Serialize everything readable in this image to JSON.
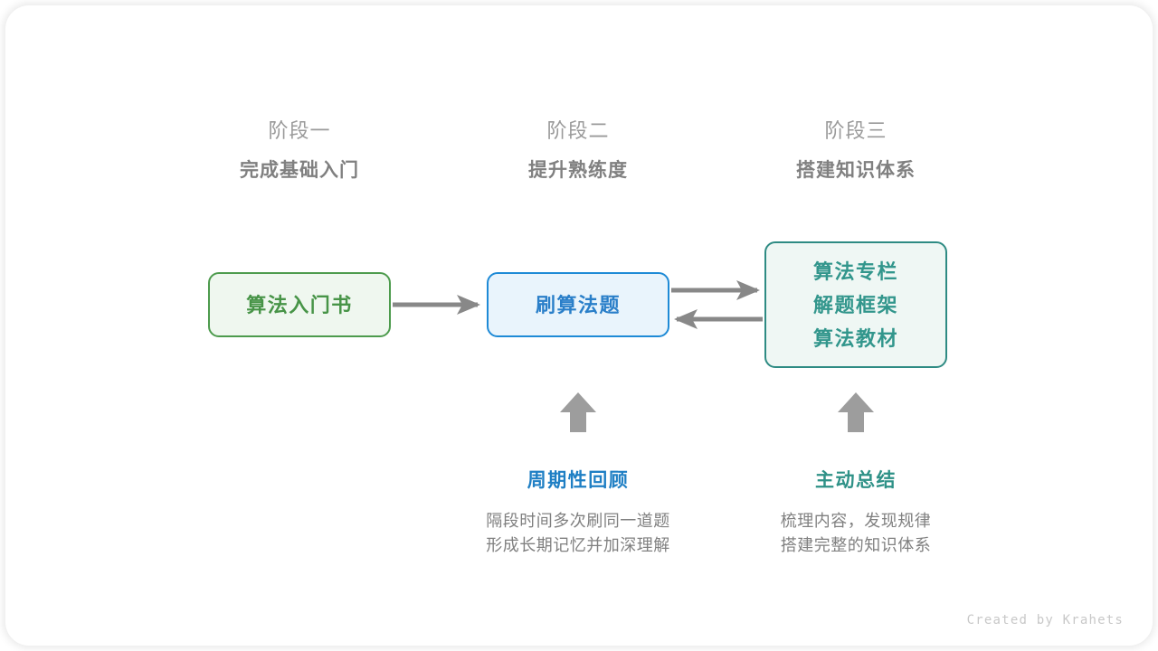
{
  "stages": [
    {
      "index_label": "阶段一",
      "title": "完成基础入门"
    },
    {
      "index_label": "阶段二",
      "title": "提升熟练度"
    },
    {
      "index_label": "阶段三",
      "title": "搭建知识体系"
    }
  ],
  "boxes": [
    {
      "id": "book",
      "lines": [
        "算法入门书"
      ],
      "fill": "#eff7ef",
      "border": "#4d9b4d",
      "text_color": "#479447"
    },
    {
      "id": "practice",
      "lines": [
        "刷算法题"
      ],
      "fill": "#e9f4fc",
      "border": "#1e8ad6",
      "text_color": "#2a7fc9"
    },
    {
      "id": "knowledge",
      "lines": [
        "算法专栏",
        "解题框架",
        "算法教材"
      ],
      "fill": "#eff7f4",
      "border": "#2e8b83",
      "text_color": "#32968c"
    }
  ],
  "connectors": [
    {
      "name": "book-to-practice",
      "direction": "right"
    },
    {
      "name": "practice-to-knowledge",
      "direction": "right"
    },
    {
      "name": "knowledge-to-practice",
      "direction": "left"
    }
  ],
  "notes": [
    {
      "id": "review",
      "arrow": "arrow-up-icon",
      "title": "周期性回顾",
      "desc_line_1": "隔段时间多次刷同一道题",
      "desc_line_2": "形成长期记忆并加深理解",
      "title_color": "#1f7fc4"
    },
    {
      "id": "summary",
      "arrow": "arrow-up-icon",
      "title": "主动总结",
      "desc_line_1": "梳理内容，发现规律",
      "desc_line_2": "搭建完整的知识体系",
      "title_color": "#2e9187"
    }
  ],
  "credit": "Created by Krahets",
  "colors": {
    "arrow_gray": "#888888",
    "stage_sub": "#9a9a9a",
    "stage_title": "#808080",
    "desc_gray": "#808080",
    "credit_gray": "#c8c8c8",
    "background": "#ffffff"
  }
}
